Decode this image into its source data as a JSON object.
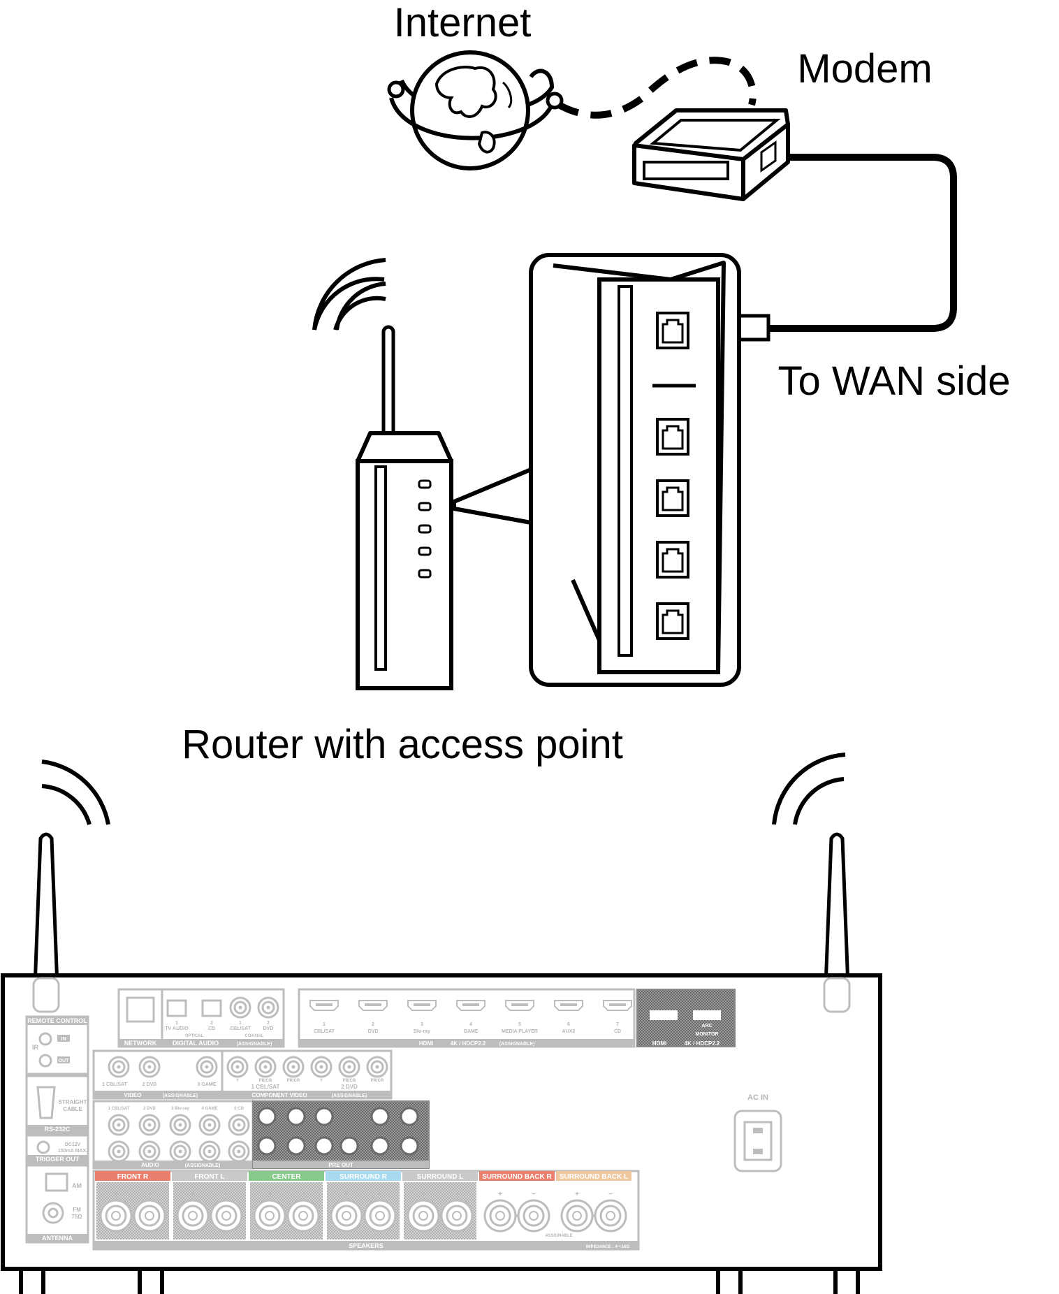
{
  "labels": {
    "internet": "Internet",
    "modem": "Modem",
    "to_wan_side": "To WAN side",
    "router": "Router with access point"
  },
  "receiver_panel": {
    "remote_control": "REMOTE CONTROL",
    "ir": "IR",
    "in": "IN",
    "out": "OUT",
    "straight_cable": [
      "STRAIGHT",
      "CABLE"
    ],
    "rs232c": "RS-232C",
    "dc12v": [
      "DC12V",
      "150mA MAX."
    ],
    "trigger_out": "TRIGGER OUT",
    "am": "AM",
    "fm": [
      "FM",
      "75Ω"
    ],
    "antenna": "ANTENNA",
    "network": "NETWORK",
    "digital_audio": "DIGITAL AUDIO",
    "optical": "OPTICAL",
    "coaxial": "COAXIAL",
    "assignable": "(ASSIGNABLE)",
    "digital_inputs": [
      {
        "num": "1",
        "name": "TV AUDIO"
      },
      {
        "num": "2",
        "name": "CD"
      },
      {
        "num": "1",
        "name": "CBL/SAT"
      },
      {
        "num": "2",
        "name": "DVD"
      }
    ],
    "hdmi_inputs": [
      {
        "num": "1",
        "name": "CBL/SAT"
      },
      {
        "num": "2",
        "name": "DVD"
      },
      {
        "num": "3",
        "name": "Blu-ray"
      },
      {
        "num": "4",
        "name": "GAME"
      },
      {
        "num": "5",
        "name": "MEDIA PLAYER"
      },
      {
        "num": "6",
        "name": "AUX2"
      },
      {
        "num": "7",
        "name": "CD"
      }
    ],
    "hdmi_in_caption": "HDMI",
    "hdmi_in_spec": "4K / HDCP2.2",
    "hdmi_in_assignable": "(ASSIGNABLE)",
    "arc": "ARC",
    "monitor": "MONITOR",
    "hdmi_out_caption": "HDMI",
    "hdmi_out_spec": "4K / HDCP2.2",
    "video_inputs": [
      "1 CBL/SAT",
      "2 DVD",
      "3 GAME"
    ],
    "video_caption": "VIDEO",
    "component_jacks": [
      "Y",
      "PB/CB",
      "PR/CR"
    ],
    "component_groups": [
      "1 CBL/SAT",
      "2 DVD"
    ],
    "component_caption": "COMPONENT VIDEO",
    "audio_inputs": [
      "1 CBL/SAT",
      "2 DVD",
      "3 Blu-ray",
      "4 GAME",
      "5 CD"
    ],
    "audio_caption": "AUDIO",
    "pre_out": "PRE OUT",
    "ac_in": "AC IN",
    "speakers": "SPEAKERS",
    "impedance": "IMPEDANCE : 4～16Ω",
    "speaker_assignable": "ASSIGNABLE",
    "speaker_groups": [
      {
        "name": "FRONT",
        "side": "R",
        "color": "#e9806f"
      },
      {
        "name": "FRONT",
        "side": "L",
        "color": "#c9c9c9"
      },
      {
        "name": "CENTER",
        "side": "",
        "color": "#86c98a"
      },
      {
        "name": "SURROUND",
        "side": "R",
        "color": "#a9d9ee"
      },
      {
        "name": "SURROUND",
        "side": "L",
        "color": "#c9c9c9"
      },
      {
        "name": "SURROUND BACK",
        "side": "R",
        "color": "#e9806f"
      },
      {
        "name": "SURROUND BACK",
        "side": "L",
        "color": "#f0c8a0"
      }
    ]
  },
  "colors": {
    "line": "#000000",
    "panel_gray": "#bdbdbd",
    "dark_hatch": "#707070"
  }
}
